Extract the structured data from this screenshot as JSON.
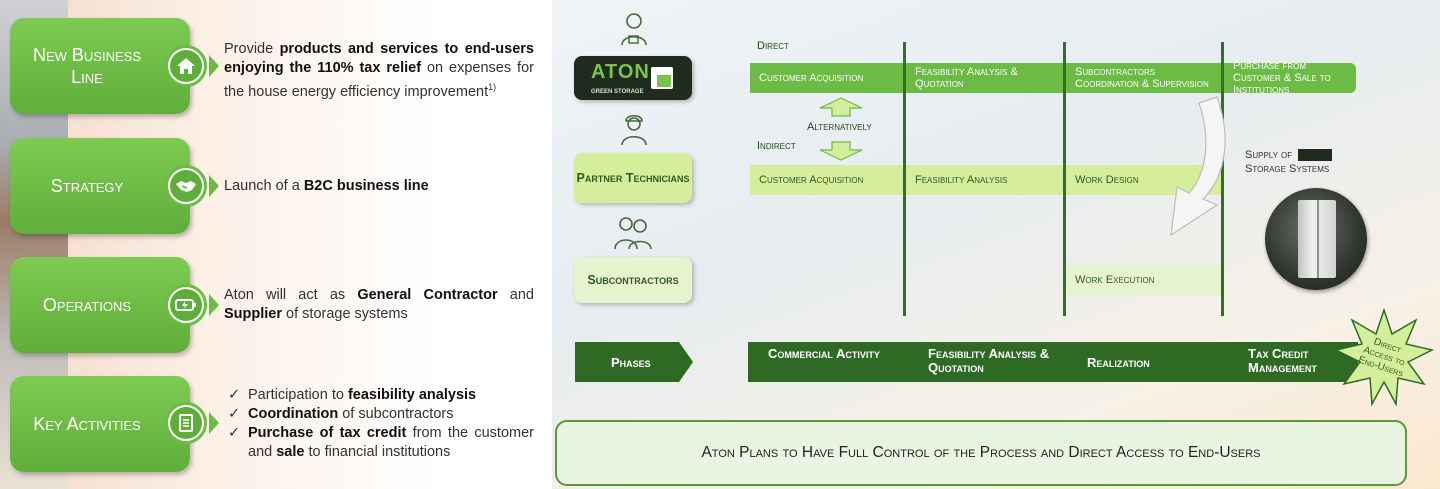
{
  "left": {
    "tiles": [
      {
        "title": "New Business Line",
        "icon": "home-icon",
        "desc_html": [
          "Provide ",
          {
            "b": "products and services to end-users enjoying the 110% tax relief"
          },
          " on expenses for the house energy efficiency improvement",
          {
            "sup": "1)"
          }
        ]
      },
      {
        "title": "Strategy",
        "icon": "handshake-icon",
        "desc_html": [
          "Launch of a ",
          {
            "b": "B2C business line"
          }
        ]
      },
      {
        "title": "Operations",
        "icon": "battery-icon",
        "desc_html": [
          "Aton will act as ",
          {
            "b": "General Contractor"
          },
          " and ",
          {
            "b": "Supplier"
          },
          " of storage systems"
        ]
      },
      {
        "title": "Key Activities",
        "icon": "checklist-icon",
        "checklist": [
          [
            "Participation to ",
            {
              "b": "feasibility analysis"
            }
          ],
          [
            {
              "b": "Coordination"
            },
            " of subcontractors"
          ],
          [
            {
              "b": "Purchase of tax credit"
            },
            " from the customer and ",
            {
              "b": "sale"
            },
            " to financial institutions"
          ]
        ]
      }
    ]
  },
  "roles": {
    "aton_logo_text": "ATON",
    "aton_logo_sub": "GREEN STORAGE",
    "partner": "Partner Technicians",
    "subcontractors": "Subcontractors"
  },
  "flow": {
    "direct_label": "Direct",
    "indirect_label": "Indirect",
    "alternatively_label": "Alternatively",
    "direct_row": [
      "Customer Acquisition",
      "Feasibility Analysis & Quotation",
      "Subcontractors Coordination & Supervision",
      "Purchase from Customer & Sale to Institutions"
    ],
    "indirect_row": [
      "Customer Acquisition",
      "Feasibility Analysis",
      "Work Design"
    ],
    "sub_row": [
      "Work Execution"
    ],
    "supply_line1": "Supply of",
    "supply_line2": "Storage Systems"
  },
  "phases": {
    "label": "Phases",
    "items": [
      "Commercial Activity",
      "Feasibility Analysis & Quotation",
      "Realization",
      "Tax Credit Management"
    ],
    "star_text": "Direct Access to End-Users"
  },
  "bottom_message": "Aton Plans to Have Full Control of the Process and Direct Access to End-Users",
  "colors": {
    "green": "#6bbb45",
    "light_green": "#d4ee9c",
    "dark_green": "#356e28"
  }
}
